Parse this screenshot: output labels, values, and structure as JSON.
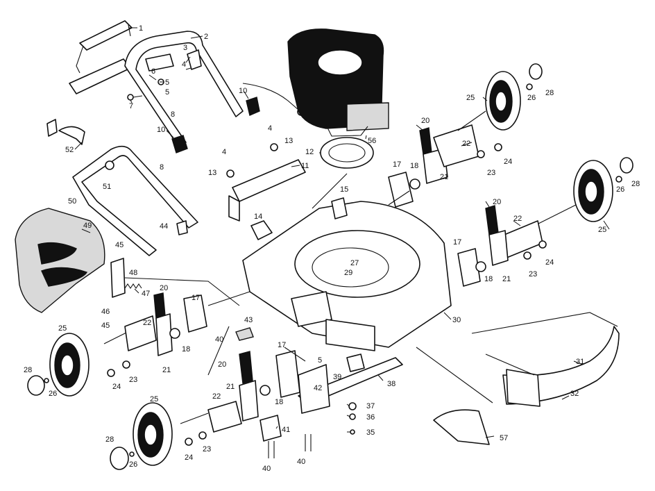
{
  "diagram": {
    "callouts": [
      {
        "id": "c1",
        "label": "1"
      },
      {
        "id": "c2",
        "label": "2"
      },
      {
        "id": "c3",
        "label": "3"
      },
      {
        "id": "c4a",
        "label": "4"
      },
      {
        "id": "c5a",
        "label": "5"
      },
      {
        "id": "c5b",
        "label": "5"
      },
      {
        "id": "c6",
        "label": "6"
      },
      {
        "id": "c7",
        "label": "7"
      },
      {
        "id": "c8a",
        "label": "8"
      },
      {
        "id": "c10a",
        "label": "10"
      },
      {
        "id": "c10b",
        "label": "10"
      },
      {
        "id": "c56",
        "label": "56"
      },
      {
        "id": "c52",
        "label": "52"
      },
      {
        "id": "c51",
        "label": "51"
      },
      {
        "id": "c8b",
        "label": "8"
      },
      {
        "id": "c50",
        "label": "50"
      },
      {
        "id": "c4b",
        "label": "4"
      },
      {
        "id": "c13a",
        "label": "13"
      },
      {
        "id": "c4c",
        "label": "4"
      },
      {
        "id": "c13b",
        "label": "13"
      },
      {
        "id": "c11",
        "label": "11"
      },
      {
        "id": "c12",
        "label": "12"
      },
      {
        "id": "c14",
        "label": "14"
      },
      {
        "id": "c44",
        "label": "44"
      },
      {
        "id": "c49",
        "label": "49"
      },
      {
        "id": "c15",
        "label": "15"
      },
      {
        "id": "c17a",
        "label": "17"
      },
      {
        "id": "c18a",
        "label": "18"
      },
      {
        "id": "c20a",
        "label": "20"
      },
      {
        "id": "c21a",
        "label": "21"
      },
      {
        "id": "c22a",
        "label": "22"
      },
      {
        "id": "c23a",
        "label": "23"
      },
      {
        "id": "c24a",
        "label": "24"
      },
      {
        "id": "c25a",
        "label": "25"
      },
      {
        "id": "c26a",
        "label": "26"
      },
      {
        "id": "c28a",
        "label": "28"
      },
      {
        "id": "c26b",
        "label": "26"
      },
      {
        "id": "c28b",
        "label": "28"
      },
      {
        "id": "c25b",
        "label": "25"
      },
      {
        "id": "c20b",
        "label": "20"
      },
      {
        "id": "c22b",
        "label": "22"
      },
      {
        "id": "c24b",
        "label": "24"
      },
      {
        "id": "c23b",
        "label": "23"
      },
      {
        "id": "c21b",
        "label": "21"
      },
      {
        "id": "c17b",
        "label": "17"
      },
      {
        "id": "c18b",
        "label": "18"
      },
      {
        "id": "c45a",
        "label": "45"
      },
      {
        "id": "c48",
        "label": "48"
      },
      {
        "id": "c47",
        "label": "47"
      },
      {
        "id": "c46",
        "label": "46"
      },
      {
        "id": "c45b",
        "label": "45"
      },
      {
        "id": "c27",
        "label": "27"
      },
      {
        "id": "c29",
        "label": "29"
      },
      {
        "id": "c30",
        "label": "30"
      },
      {
        "id": "c20c",
        "label": "20"
      },
      {
        "id": "c17c",
        "label": "17"
      },
      {
        "id": "c22c",
        "label": "22"
      },
      {
        "id": "c43",
        "label": "43"
      },
      {
        "id": "c40a",
        "label": "40"
      },
      {
        "id": "c18c",
        "label": "18"
      },
      {
        "id": "c21c",
        "label": "21"
      },
      {
        "id": "c25c",
        "label": "25"
      },
      {
        "id": "c28c",
        "label": "28"
      },
      {
        "id": "c26c",
        "label": "26"
      },
      {
        "id": "c24c",
        "label": "24"
      },
      {
        "id": "c23c",
        "label": "23"
      },
      {
        "id": "c5c",
        "label": "5"
      },
      {
        "id": "c17d",
        "label": "17"
      },
      {
        "id": "c39",
        "label": "39"
      },
      {
        "id": "c38",
        "label": "38"
      },
      {
        "id": "c42",
        "label": "42"
      },
      {
        "id": "c20d",
        "label": "20"
      },
      {
        "id": "c21d",
        "label": "21"
      },
      {
        "id": "c18d",
        "label": "18"
      },
      {
        "id": "c22d",
        "label": "22"
      },
      {
        "id": "c37",
        "label": "37"
      },
      {
        "id": "c36",
        "label": "36"
      },
      {
        "id": "c35",
        "label": "35"
      },
      {
        "id": "c31",
        "label": "31"
      },
      {
        "id": "c32",
        "label": "32"
      },
      {
        "id": "c41",
        "label": "41"
      },
      {
        "id": "c25d",
        "label": "25"
      },
      {
        "id": "c28d",
        "label": "28"
      },
      {
        "id": "c26d",
        "label": "26"
      },
      {
        "id": "c24d",
        "label": "24"
      },
      {
        "id": "c23d",
        "label": "23"
      },
      {
        "id": "c40b",
        "label": "40"
      },
      {
        "id": "c40c",
        "label": "40"
      },
      {
        "id": "c57",
        "label": "57"
      }
    ]
  }
}
